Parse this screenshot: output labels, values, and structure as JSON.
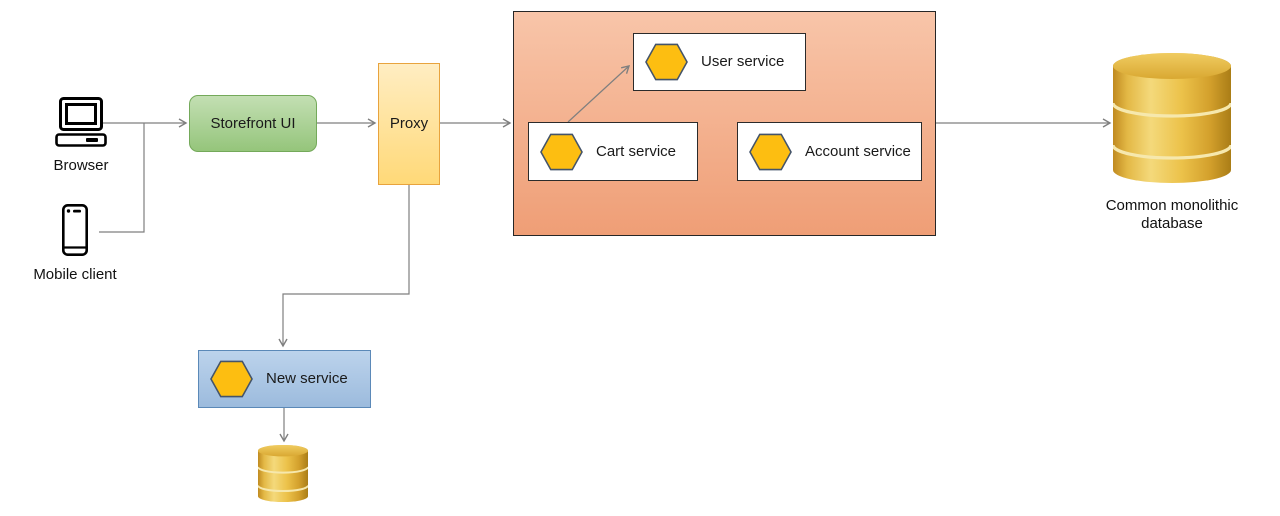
{
  "nodes": {
    "browser": {
      "label": "Browser"
    },
    "mobile_client": {
      "label": "Mobile client"
    },
    "storefront_ui": {
      "label": "Storefront UI"
    },
    "proxy": {
      "label": "Proxy"
    },
    "services_container": {
      "label": ""
    },
    "user_service": {
      "label": "User service"
    },
    "cart_service": {
      "label": "Cart service"
    },
    "account_service": {
      "label": "Account service"
    },
    "new_service": {
      "label": "New service"
    },
    "monolithic_database": {
      "label": "Common monolithic database",
      "label_line1": "Common monolithic",
      "label_line2": "database"
    },
    "new_service_database": {
      "label": ""
    }
  },
  "edges": [
    {
      "from": "browser",
      "to": "storefront_ui"
    },
    {
      "from": "mobile_client",
      "to": "storefront_ui"
    },
    {
      "from": "storefront_ui",
      "to": "proxy"
    },
    {
      "from": "proxy",
      "to": "services_container"
    },
    {
      "from": "cart_service",
      "to": "user_service"
    },
    {
      "from": "services_container",
      "to": "monolithic_database"
    },
    {
      "from": "proxy",
      "to": "new_service"
    },
    {
      "from": "new_service",
      "to": "new_service_database"
    }
  ],
  "icons": {
    "browser": "desktop-computer",
    "mobile_client": "smartphone",
    "service_marker": "hexagon",
    "database": "cylinder-stack"
  },
  "colors": {
    "background": "#ffffff",
    "line": "#7f7f7f",
    "text": "#1a1a1a",
    "hexagon_fill": "#fdbe11",
    "hexagon_stroke": "#44546a",
    "storefront_fill_top": "#c3dfb3",
    "storefront_fill_bottom": "#95c57b",
    "storefront_border": "#74a95a",
    "proxy_fill_top": "#ffedc2",
    "proxy_fill_bottom": "#ffd978",
    "proxy_border": "#e8a33d",
    "container_fill_top": "#f8c5a9",
    "container_fill_bottom": "#ef9e76",
    "container_border": "#262626",
    "service_box_fill": "#ffffff",
    "service_box_border": "#2b2b2b",
    "new_service_fill_top": "#bcd3ec",
    "new_service_fill_bottom": "#9cbbdd",
    "new_service_border": "#5b89b8",
    "database_gold_light": "#f4d97b",
    "database_gold_dark": "#aa7d16",
    "icon_stroke": "#000000"
  }
}
